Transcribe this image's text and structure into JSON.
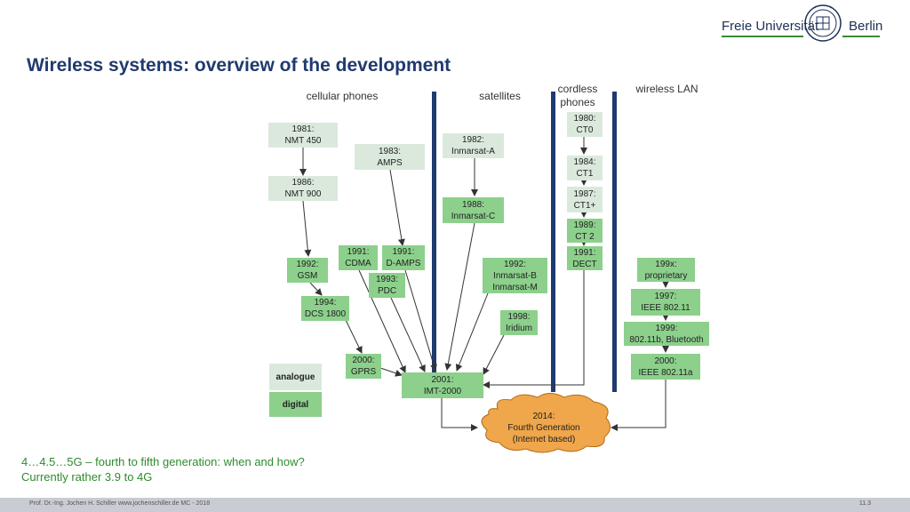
{
  "logo": {
    "left": "Freie Universität",
    "right": "Berlin"
  },
  "title": "Wireless systems: overview of the development",
  "columns": {
    "cellular": "cellular phones",
    "satellites": "satellites",
    "cordless_l1": "cordless",
    "cordless_l2": "phones",
    "wlan": "wireless LAN"
  },
  "boxes": {
    "nmt450": {
      "l1": "1981:",
      "l2": "NMT 450"
    },
    "nmt900": {
      "l1": "1986:",
      "l2": "NMT 900"
    },
    "amps": {
      "l1": "1983:",
      "l2": "AMPS"
    },
    "gsm": {
      "l1": "1992:",
      "l2": "GSM"
    },
    "cdma": {
      "l1": "1991:",
      "l2": "CDMA"
    },
    "damps": {
      "l1": "1991:",
      "l2": "D-AMPS"
    },
    "pdc": {
      "l1": "1993:",
      "l2": "PDC"
    },
    "dcs1800": {
      "l1": "1994:",
      "l2": "DCS 1800"
    },
    "gprs": {
      "l1": "2000:",
      "l2": "GPRS"
    },
    "inmarsatA": {
      "l1": "1982:",
      "l2": "Inmarsat-A"
    },
    "inmarsatC": {
      "l1": "1988:",
      "l2": "Inmarsat-C"
    },
    "inmarsatBM": {
      "l1": "1992:",
      "l2": "Inmarsat-B",
      "l3": "Inmarsat-M"
    },
    "iridium": {
      "l1": "1998:",
      "l2": "Iridium"
    },
    "imt2000": {
      "l1": "2001:",
      "l2": "IMT-2000"
    },
    "ct0": {
      "l1": "1980:",
      "l2": "CT0"
    },
    "ct1": {
      "l1": "1984:",
      "l2": "CT1"
    },
    "ct1plus": {
      "l1": "1987:",
      "l2": "CT1+"
    },
    "ct2": {
      "l1": "1989:",
      "l2": "CT 2"
    },
    "dect": {
      "l1": "1991:",
      "l2": "DECT"
    },
    "prop": {
      "l1": "199x:",
      "l2": "proprietary"
    },
    "ieee80211": {
      "l1": "1997:",
      "l2": "IEEE 802.11"
    },
    "bt": {
      "l1": "1999:",
      "l2": "802.11b, Bluetooth"
    },
    "ieee80211a": {
      "l1": "2000:",
      "l2": "IEEE 802.11a"
    }
  },
  "cloud": {
    "l1": "2014:",
    "l2": "Fourth Generation",
    "l3": "(Internet based)"
  },
  "legend": {
    "analogue": "analogue",
    "digital": "digital"
  },
  "note": {
    "line1": "4…4.5…5G – fourth to fifth generation: when and how?",
    "line2": "Currently rather 3.9 to 4G"
  },
  "footer": {
    "text": "Prof. Dr.-Ing. Jochen H. Schiller   www.jochenschiller.de   MC - 2018",
    "page": "11.3"
  },
  "colors": {
    "analogue": "#dbe9dc",
    "digital": "#8cd08c",
    "title": "#1f3a6e",
    "divider": "#1f3a6e",
    "note": "#2e8b2e"
  }
}
